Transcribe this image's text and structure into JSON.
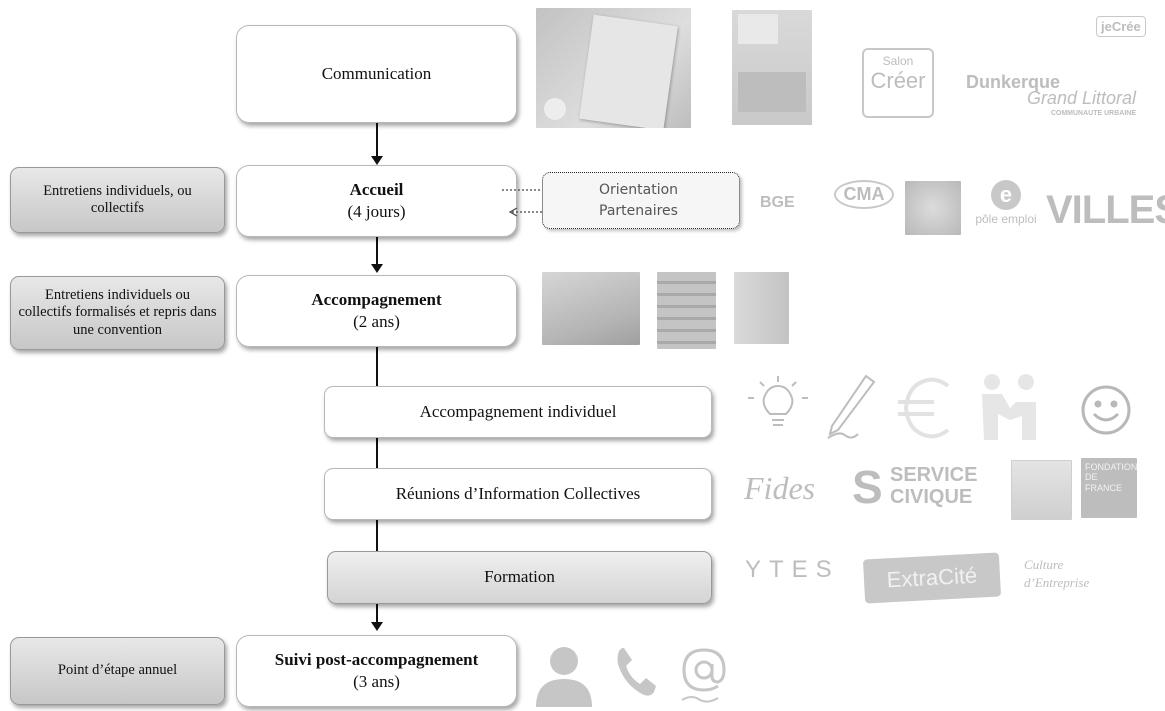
{
  "flow": {
    "communication": "Communication",
    "accueil_title": "Accueil",
    "accueil_sub": "(4 jours)",
    "accompagnement_title": "Accompagnement",
    "accompagnement_sub": "(2 ans)",
    "individuel": "Accompagnement individuel",
    "reunions": "Réunions d’Information Collectives",
    "formation": "Formation",
    "suivi_title": "Suivi post-accompagnement",
    "suivi_sub": "(3 ans)"
  },
  "side_labels": {
    "entretiens": "Entretiens individuels, ou collectifs",
    "formalises": "Entretiens individuels ou collectifs formalisés et repris dans une convention",
    "point": "Point d’étape annuel"
  },
  "partners": {
    "orientation": "Orientation",
    "partenaires": "Partenaires"
  },
  "logos": {
    "jecree": "jeCrée",
    "salon_top": "Salon",
    "salon_main": "Créer",
    "dunkerque1": "Dunkerque",
    "dunkerque2": "Grand Littoral",
    "dunkerque3": "COMMUNAUTE URBAINE",
    "bge": "BGE",
    "cma": "CMA",
    "pole_emploi": "pôle emploi",
    "villes": "VILLES",
    "fides": "Fides",
    "service": "SERVICE",
    "civique": "CIVIQUE",
    "fondation": "FONDATION DE FRANCE",
    "ytes": "YTES",
    "extracite": "ExtraCité",
    "culture": "Culture d’Entreprise"
  },
  "icons": [
    "lightbulb-icon",
    "pen-icon",
    "euro-icon",
    "handshake-icon",
    "smiley-icon",
    "person-icon",
    "phone-icon",
    "at-icon"
  ]
}
